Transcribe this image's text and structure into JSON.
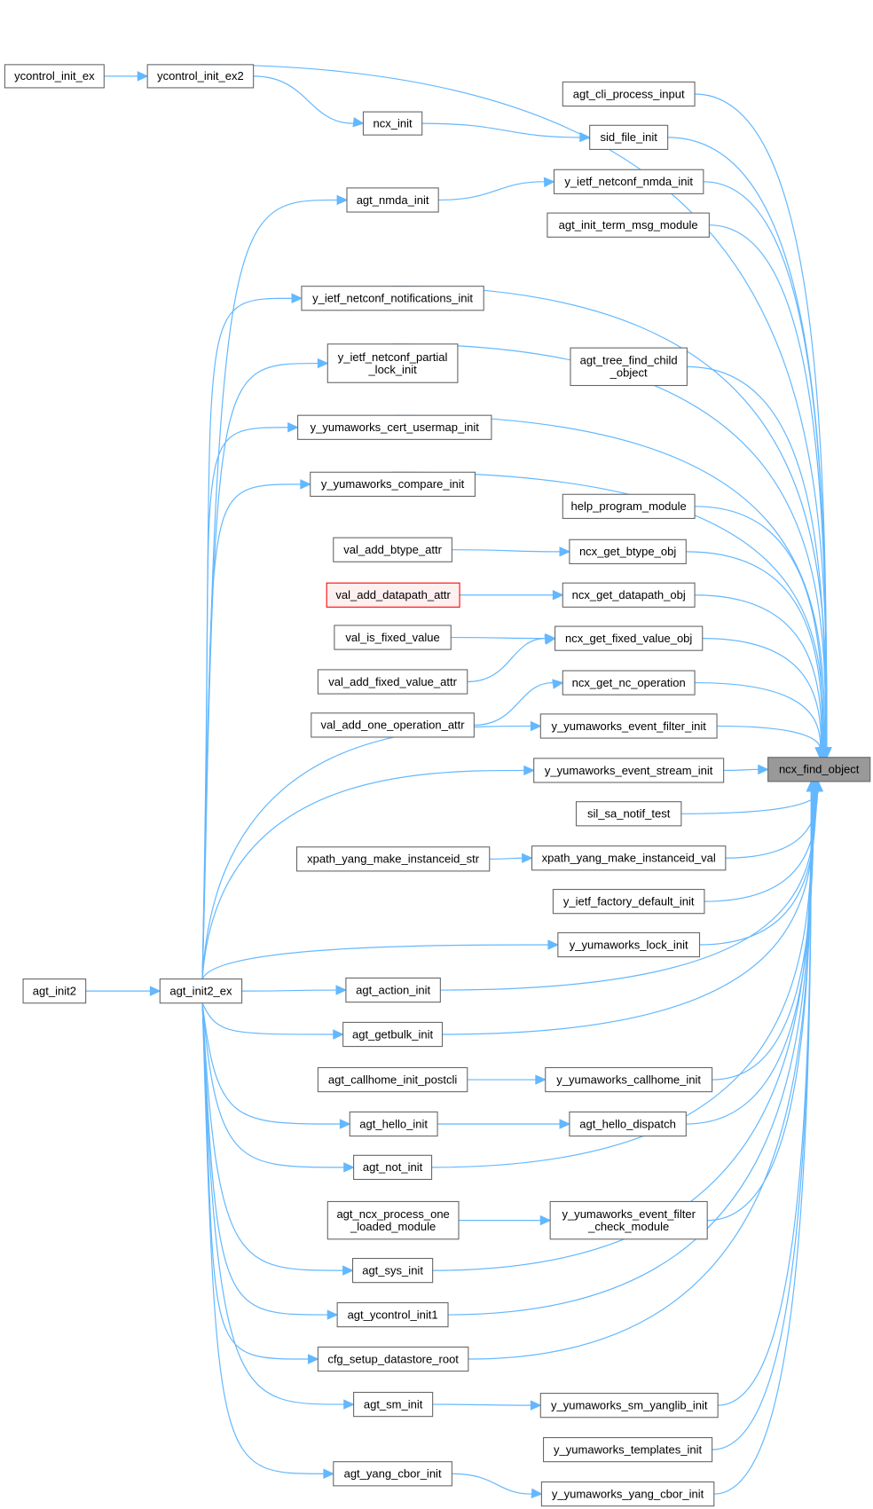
{
  "title": "ncx_find_object caller graph",
  "colors": {
    "edge": "#63b8ff",
    "root_fill": "#999999",
    "node_border": "#666666",
    "incomplete_border": "#ff0000"
  },
  "nodes": {
    "ncx_find_object": {
      "lines": [
        "ncx_find_object"
      ],
      "kind": "root"
    },
    "ycontrol_init_ex": {
      "lines": [
        "ycontrol_init_ex"
      ]
    },
    "ycontrol_init_ex2": {
      "lines": [
        "ycontrol_init_ex2"
      ]
    },
    "ncx_init": {
      "lines": [
        "ncx_init"
      ]
    },
    "agt_cli_process_input": {
      "lines": [
        "agt_cli_process_input"
      ]
    },
    "sid_file_init": {
      "lines": [
        "sid_file_init"
      ]
    },
    "y_ietf_netconf_nmda_init": {
      "lines": [
        "y_ietf_netconf_nmda_init"
      ]
    },
    "agt_nmda_init": {
      "lines": [
        "agt_nmda_init"
      ]
    },
    "agt_init_term_msg_module": {
      "lines": [
        "agt_init_term_msg_module"
      ]
    },
    "y_ietf_netconf_notifications_init": {
      "lines": [
        "y_ietf_netconf_notifications_init"
      ]
    },
    "y_ietf_netconf_partial_lock_init": {
      "lines": [
        "y_ietf_netconf_partial",
        "_lock_init"
      ]
    },
    "agt_tree_find_child_object": {
      "lines": [
        "agt_tree_find_child",
        "_object"
      ]
    },
    "y_yumaworks_cert_usermap_init": {
      "lines": [
        "y_yumaworks_cert_usermap_init"
      ]
    },
    "y_yumaworks_compare_init": {
      "lines": [
        "y_yumaworks_compare_init"
      ]
    },
    "help_program_module": {
      "lines": [
        "help_program_module"
      ]
    },
    "val_add_btype_attr": {
      "lines": [
        "val_add_btype_attr"
      ]
    },
    "ncx_get_btype_obj": {
      "lines": [
        "ncx_get_btype_obj"
      ]
    },
    "val_add_datapath_attr": {
      "lines": [
        "val_add_datapath_attr"
      ],
      "kind": "red"
    },
    "ncx_get_datapath_obj": {
      "lines": [
        "ncx_get_datapath_obj"
      ]
    },
    "val_is_fixed_value": {
      "lines": [
        "val_is_fixed_value"
      ]
    },
    "ncx_get_fixed_value_obj": {
      "lines": [
        "ncx_get_fixed_value_obj"
      ]
    },
    "val_add_fixed_value_attr": {
      "lines": [
        "val_add_fixed_value_attr"
      ]
    },
    "ncx_get_nc_operation": {
      "lines": [
        "ncx_get_nc_operation"
      ]
    },
    "val_add_one_operation_attr": {
      "lines": [
        "val_add_one_operation_attr"
      ]
    },
    "y_yumaworks_event_filter_init": {
      "lines": [
        "y_yumaworks_event_filter_init"
      ]
    },
    "y_yumaworks_event_stream_init": {
      "lines": [
        "y_yumaworks_event_stream_init"
      ]
    },
    "sil_sa_notif_test": {
      "lines": [
        "sil_sa_notif_test"
      ]
    },
    "xpath_yang_make_instanceid_str": {
      "lines": [
        "xpath_yang_make_instanceid_str"
      ]
    },
    "xpath_yang_make_instanceid_val": {
      "lines": [
        "xpath_yang_make_instanceid_val"
      ]
    },
    "y_ietf_factory_default_init": {
      "lines": [
        "y_ietf_factory_default_init"
      ]
    },
    "y_yumaworks_lock_init": {
      "lines": [
        "y_yumaworks_lock_init"
      ]
    },
    "agt_init2": {
      "lines": [
        "agt_init2"
      ]
    },
    "agt_init2_ex": {
      "lines": [
        "agt_init2_ex"
      ]
    },
    "agt_action_init": {
      "lines": [
        "agt_action_init"
      ]
    },
    "agt_getbulk_init": {
      "lines": [
        "agt_getbulk_init"
      ]
    },
    "agt_callhome_init_postcli": {
      "lines": [
        "agt_callhome_init_postcli"
      ]
    },
    "y_yumaworks_callhome_init": {
      "lines": [
        "y_yumaworks_callhome_init"
      ]
    },
    "agt_hello_init": {
      "lines": [
        "agt_hello_init"
      ]
    },
    "agt_hello_dispatch": {
      "lines": [
        "agt_hello_dispatch"
      ]
    },
    "agt_not_init": {
      "lines": [
        "agt_not_init"
      ]
    },
    "agt_ncx_process_one_loaded_module": {
      "lines": [
        "agt_ncx_process_one",
        "_loaded_module"
      ]
    },
    "y_yumaworks_event_filter_check_module": {
      "lines": [
        "y_yumaworks_event_filter",
        "_check_module"
      ]
    },
    "agt_sys_init": {
      "lines": [
        "agt_sys_init"
      ]
    },
    "agt_ycontrol_init1": {
      "lines": [
        "agt_ycontrol_init1"
      ]
    },
    "cfg_setup_datastore_root": {
      "lines": [
        "cfg_setup_datastore_root"
      ]
    },
    "agt_sm_init": {
      "lines": [
        "agt_sm_init"
      ]
    },
    "y_yumaworks_sm_yanglib_init": {
      "lines": [
        "y_yumaworks_sm_yanglib_init"
      ]
    },
    "y_yumaworks_templates_init": {
      "lines": [
        "y_yumaworks_templates_init"
      ]
    },
    "agt_yang_cbor_init": {
      "lines": [
        "agt_yang_cbor_init"
      ]
    },
    "y_yumaworks_yang_cbor_init": {
      "lines": [
        "y_yumaworks_yang_cbor_init"
      ]
    }
  },
  "edges": [
    [
      "ycontrol_init_ex",
      "ycontrol_init_ex2"
    ],
    [
      "ycontrol_init_ex2",
      "ncx_init"
    ],
    [
      "ycontrol_init_ex2",
      "ncx_find_object"
    ],
    [
      "ncx_init",
      "sid_file_init"
    ],
    [
      "agt_nmda_init",
      "y_ietf_netconf_nmda_init"
    ],
    [
      "val_add_btype_attr",
      "ncx_get_btype_obj"
    ],
    [
      "val_add_datapath_attr",
      "ncx_get_datapath_obj"
    ],
    [
      "val_is_fixed_value",
      "ncx_get_fixed_value_obj"
    ],
    [
      "val_add_fixed_value_attr",
      "ncx_get_fixed_value_obj"
    ],
    [
      "val_add_one_operation_attr",
      "ncx_get_nc_operation"
    ],
    [
      "xpath_yang_make_instanceid_str",
      "xpath_yang_make_instanceid_val"
    ],
    [
      "agt_init2",
      "agt_init2_ex"
    ],
    [
      "agt_callhome_init_postcli",
      "y_yumaworks_callhome_init"
    ],
    [
      "agt_hello_init",
      "agt_hello_dispatch"
    ],
    [
      "agt_ncx_process_one_loaded_module",
      "y_yumaworks_event_filter_check_module"
    ],
    [
      "agt_sm_init",
      "y_yumaworks_sm_yanglib_init"
    ],
    [
      "agt_yang_cbor_init",
      "y_yumaworks_yang_cbor_init"
    ],
    [
      "agt_init2_ex",
      "agt_nmda_init"
    ],
    [
      "agt_init2_ex",
      "y_ietf_netconf_notifications_init"
    ],
    [
      "agt_init2_ex",
      "y_ietf_netconf_partial_lock_init"
    ],
    [
      "agt_init2_ex",
      "y_yumaworks_cert_usermap_init"
    ],
    [
      "agt_init2_ex",
      "y_yumaworks_compare_init"
    ],
    [
      "agt_init2_ex",
      "y_yumaworks_event_filter_init"
    ],
    [
      "agt_init2_ex",
      "y_yumaworks_event_stream_init"
    ],
    [
      "agt_init2_ex",
      "y_yumaworks_lock_init"
    ],
    [
      "agt_init2_ex",
      "agt_action_init"
    ],
    [
      "agt_init2_ex",
      "agt_getbulk_init"
    ],
    [
      "agt_init2_ex",
      "agt_hello_init"
    ],
    [
      "agt_init2_ex",
      "agt_not_init"
    ],
    [
      "agt_init2_ex",
      "agt_sys_init"
    ],
    [
      "agt_init2_ex",
      "agt_ycontrol_init1"
    ],
    [
      "agt_init2_ex",
      "cfg_setup_datastore_root"
    ],
    [
      "agt_init2_ex",
      "agt_sm_init"
    ],
    [
      "agt_init2_ex",
      "agt_yang_cbor_init"
    ],
    [
      "agt_cli_process_input",
      "ncx_find_object"
    ],
    [
      "sid_file_init",
      "ncx_find_object"
    ],
    [
      "y_ietf_netconf_nmda_init",
      "ncx_find_object"
    ],
    [
      "agt_init_term_msg_module",
      "ncx_find_object"
    ],
    [
      "y_ietf_netconf_notifications_init",
      "ncx_find_object"
    ],
    [
      "y_ietf_netconf_partial_lock_init",
      "ncx_find_object"
    ],
    [
      "agt_tree_find_child_object",
      "ncx_find_object"
    ],
    [
      "y_yumaworks_cert_usermap_init",
      "ncx_find_object"
    ],
    [
      "y_yumaworks_compare_init",
      "ncx_find_object"
    ],
    [
      "help_program_module",
      "ncx_find_object"
    ],
    [
      "ncx_get_btype_obj",
      "ncx_find_object"
    ],
    [
      "ncx_get_datapath_obj",
      "ncx_find_object"
    ],
    [
      "ncx_get_fixed_value_obj",
      "ncx_find_object"
    ],
    [
      "ncx_get_nc_operation",
      "ncx_find_object"
    ],
    [
      "y_yumaworks_event_filter_init",
      "ncx_find_object"
    ],
    [
      "y_yumaworks_event_stream_init",
      "ncx_find_object"
    ],
    [
      "sil_sa_notif_test",
      "ncx_find_object"
    ],
    [
      "xpath_yang_make_instanceid_val",
      "ncx_find_object"
    ],
    [
      "y_ietf_factory_default_init",
      "ncx_find_object"
    ],
    [
      "y_yumaworks_lock_init",
      "ncx_find_object"
    ],
    [
      "agt_action_init",
      "ncx_find_object"
    ],
    [
      "agt_getbulk_init",
      "ncx_find_object"
    ],
    [
      "y_yumaworks_callhome_init",
      "ncx_find_object"
    ],
    [
      "agt_hello_dispatch",
      "ncx_find_object"
    ],
    [
      "agt_not_init",
      "ncx_find_object"
    ],
    [
      "y_yumaworks_event_filter_check_module",
      "ncx_find_object"
    ],
    [
      "agt_sys_init",
      "ncx_find_object"
    ],
    [
      "agt_ycontrol_init1",
      "ncx_find_object"
    ],
    [
      "cfg_setup_datastore_root",
      "ncx_find_object"
    ],
    [
      "y_yumaworks_sm_yanglib_init",
      "ncx_find_object"
    ],
    [
      "y_yumaworks_templates_init",
      "ncx_find_object"
    ],
    [
      "y_yumaworks_yang_cbor_init",
      "ncx_find_object"
    ]
  ]
}
